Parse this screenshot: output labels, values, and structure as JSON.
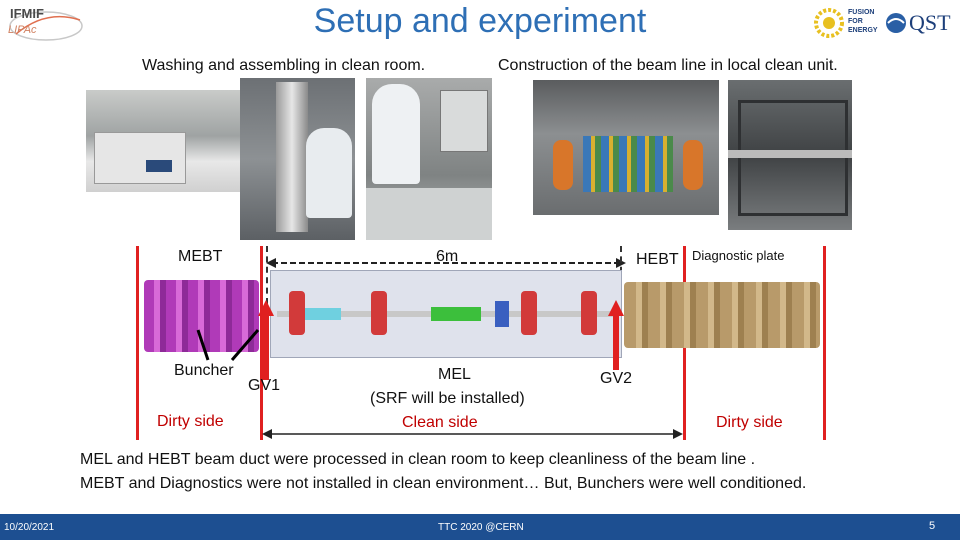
{
  "header": {
    "title": "Setup and experiment",
    "logo_left_text": "IFMIF",
    "logo_left_sub": "LIPAc",
    "logo_right_fusion": "FUSION FOR ENERGY",
    "logo_right_qst": "QST"
  },
  "photos": {
    "left_caption": "Washing and assembling in clean room.",
    "right_caption": "Construction of the beam line in local clean unit."
  },
  "beamline": {
    "mebt": "MEBT",
    "length": "6m",
    "hebt": "HEBT",
    "diagnostic": "Diagnostic plate",
    "buncher": "Buncher",
    "gv1": "GV1",
    "mel": "MEL",
    "srf": "(SRF will be installed)",
    "gv2": "GV2",
    "dirty_left": "Dirty side",
    "clean": "Clean side",
    "dirty_right": "Dirty side"
  },
  "notes": {
    "line1": "MEL and HEBT beam duct were processed in clean room to keep cleanliness of the beam line .",
    "line2": "MEBT and Diagnostics were not installed in clean environment… But, Bunchers were well conditioned."
  },
  "footer": {
    "date": "10/20/2021",
    "event": "TTC 2020 @CERN",
    "page": "5"
  }
}
